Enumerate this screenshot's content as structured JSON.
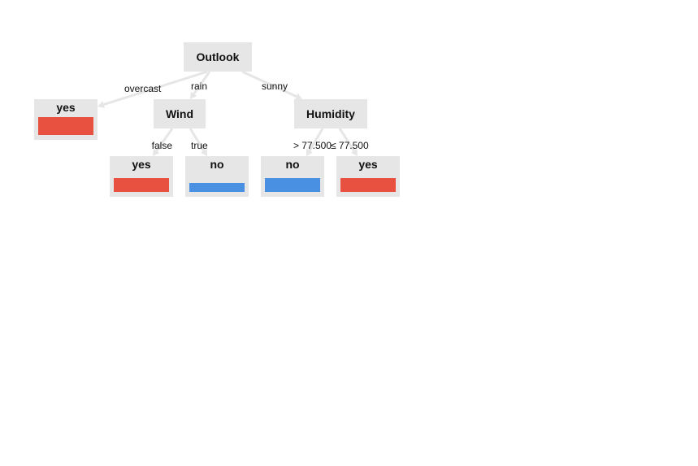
{
  "tree": {
    "colors": {
      "node_background": "#e6e6e6",
      "edge": "#e6e6e6",
      "class_yes": "#e85040",
      "class_no": "#4a90e2"
    },
    "nodes": [
      {
        "id": "outlook",
        "label": "Outlook",
        "kind": "split"
      },
      {
        "id": "leaf-overcast",
        "label": "yes",
        "kind": "leaf",
        "class": "yes"
      },
      {
        "id": "wind",
        "label": "Wind",
        "kind": "split"
      },
      {
        "id": "humidity",
        "label": "Humidity",
        "kind": "split"
      },
      {
        "id": "leaf-wind-false",
        "label": "yes",
        "kind": "leaf",
        "class": "yes"
      },
      {
        "id": "leaf-wind-true",
        "label": "no",
        "kind": "leaf",
        "class": "no"
      },
      {
        "id": "leaf-humidity-high",
        "label": "no",
        "kind": "leaf",
        "class": "no"
      },
      {
        "id": "leaf-humidity-low",
        "label": "yes",
        "kind": "leaf",
        "class": "yes"
      }
    ],
    "edges": [
      {
        "from": "outlook",
        "to": "leaf-overcast",
        "label": "overcast"
      },
      {
        "from": "outlook",
        "to": "wind",
        "label": "rain"
      },
      {
        "from": "outlook",
        "to": "humidity",
        "label": "sunny"
      },
      {
        "from": "wind",
        "to": "leaf-wind-false",
        "label": "false"
      },
      {
        "from": "wind",
        "to": "leaf-wind-true",
        "label": "true"
      },
      {
        "from": "humidity",
        "to": "leaf-humidity-high",
        "label": "> 77.500"
      },
      {
        "from": "humidity",
        "to": "leaf-humidity-low",
        "label": "≤ 77.500"
      }
    ]
  }
}
